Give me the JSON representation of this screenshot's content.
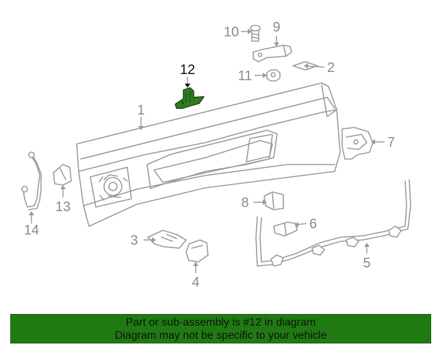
{
  "colors": {
    "banner_background": "#1f7a12",
    "highlight_part": "#2e7d1f",
    "line_art": "#9a9a9a",
    "banner_text": "#111111"
  },
  "diagram": {
    "highlighted_part": "12",
    "callouts": [
      {
        "id": "c1",
        "number": "1"
      },
      {
        "id": "c2",
        "number": "2"
      },
      {
        "id": "c3",
        "number": "3"
      },
      {
        "id": "c4",
        "number": "4"
      },
      {
        "id": "c5",
        "number": "5"
      },
      {
        "id": "c6",
        "number": "6"
      },
      {
        "id": "c7",
        "number": "7"
      },
      {
        "id": "c8",
        "number": "8"
      },
      {
        "id": "c9",
        "number": "9"
      },
      {
        "id": "c10",
        "number": "10"
      },
      {
        "id": "c11",
        "number": "11"
      },
      {
        "id": "c12",
        "number": "12"
      },
      {
        "id": "c13",
        "number": "13"
      },
      {
        "id": "c14",
        "number": "14"
      }
    ]
  },
  "banner": {
    "line1": "Part or sub-assembly is #12 in diagram",
    "line2": "Diagram may not be specific to your vehicle"
  }
}
